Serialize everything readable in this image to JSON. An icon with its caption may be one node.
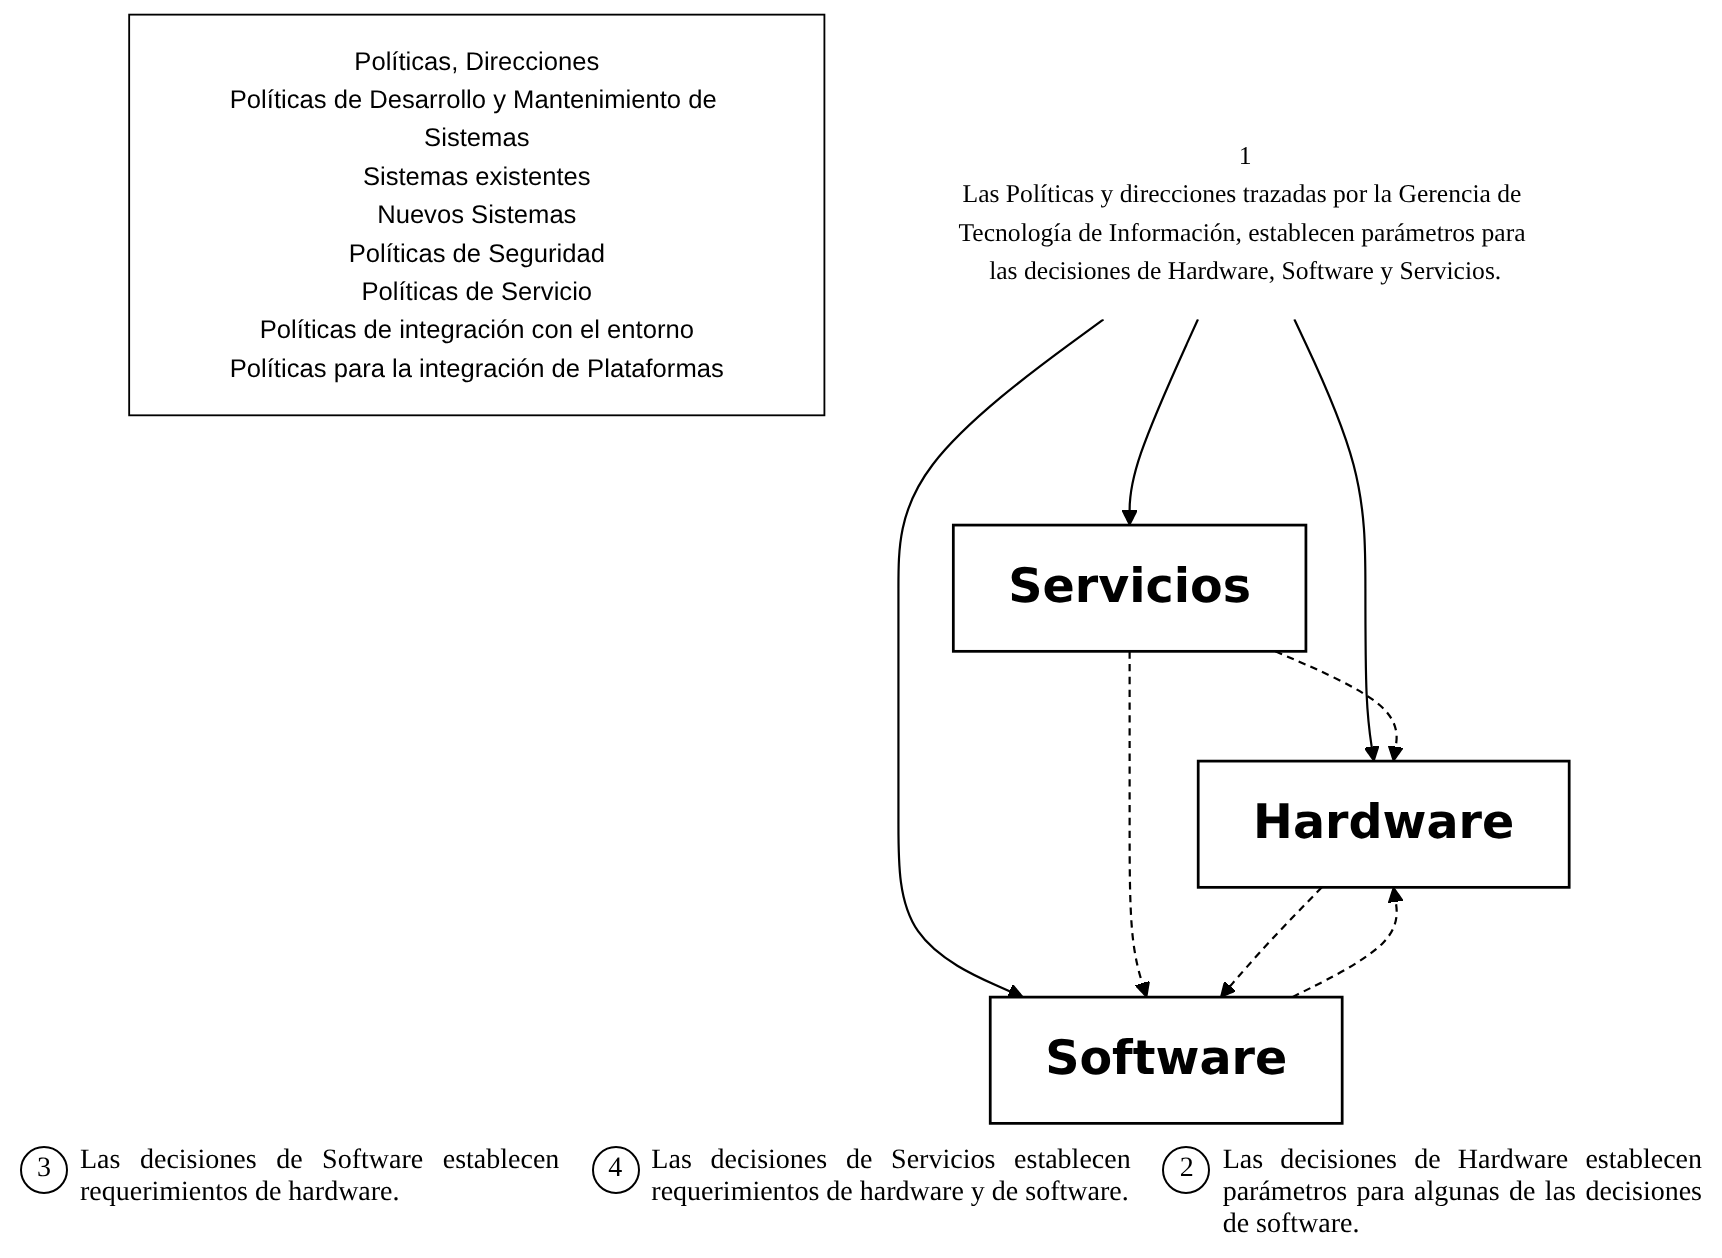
{
  "diagram": {
    "nodes": [
      {
        "text": [
          "Políticas, Direcciones",
          "Políticas de Desarrollo y Mantenimiento de Sistemas",
          "Sistemas existentes",
          "Nuevos Sistemas",
          "Políticas de Seguridad",
          "Políticas de Servicio",
          "Políticas de integración con el entorno",
          "Políticas para la integración de Plataformas"
        ]
      },
      {
        "text": [
          "1",
          "Las Políticas y direcciones trazadas por la Gerencia de Tecnología de Información, establecen parámetros para las decisiones de Hardware, Software y Servicios."
        ]
      },
      {
        "text": [
          "Hardware"
        ]
      },
      {
        "text": [
          "Software"
        ]
      },
      {
        "text": [
          "Servicios"
        ]
      }
    ],
    "edges": [
      {
        "from": 1,
        "to": 2,
        "arrow": "to"
      },
      {
        "from": 1,
        "to": 3,
        "arrow": "to"
      },
      {
        "from": 1,
        "to": 4,
        "arrow": "to"
      },
      {
        "from": 4,
        "to": 2,
        "arrow": "to",
        "style": "dashed"
      },
      {
        "from": 4,
        "to": 3,
        "arrow": "to",
        "style": "dashed"
      },
      {
        "from": 3,
        "to": 2,
        "arrow": "to",
        "style": "dashed"
      },
      {
        "from": 2,
        "to": 3,
        "arrow": "to",
        "style": "dashed"
      }
    ],
    "labels": [
      "3",
      "Las decisiones de Software establecen requerimientos de hardware.",
      "4",
      "Las decisiones de Servicios establecen requerimientos de hardware y de software.",
      "2",
      "Las decisiones de Hardware establecen parámetros para algunas de las decisiones de software."
    ]
  }
}
